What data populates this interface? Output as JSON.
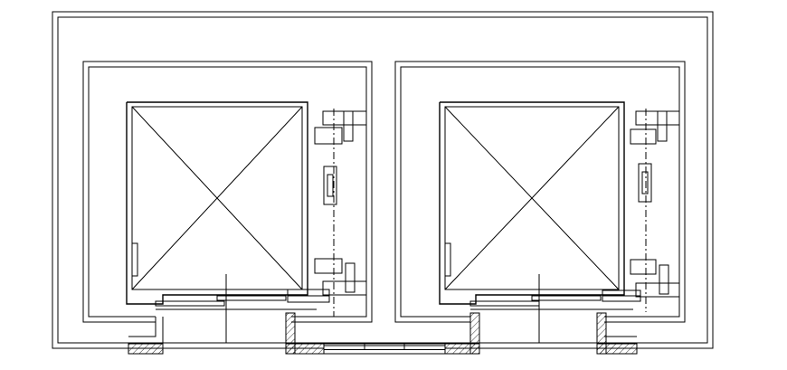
{
  "drawing": {
    "type": "elevator-shaft-plan",
    "shafts": [
      {
        "name": "shaft-left"
      },
      {
        "name": "shaft-right"
      }
    ],
    "colors": {
      "line": "#000000",
      "background": "#ffffff",
      "hatch_fill": "#e8e8e8"
    }
  }
}
